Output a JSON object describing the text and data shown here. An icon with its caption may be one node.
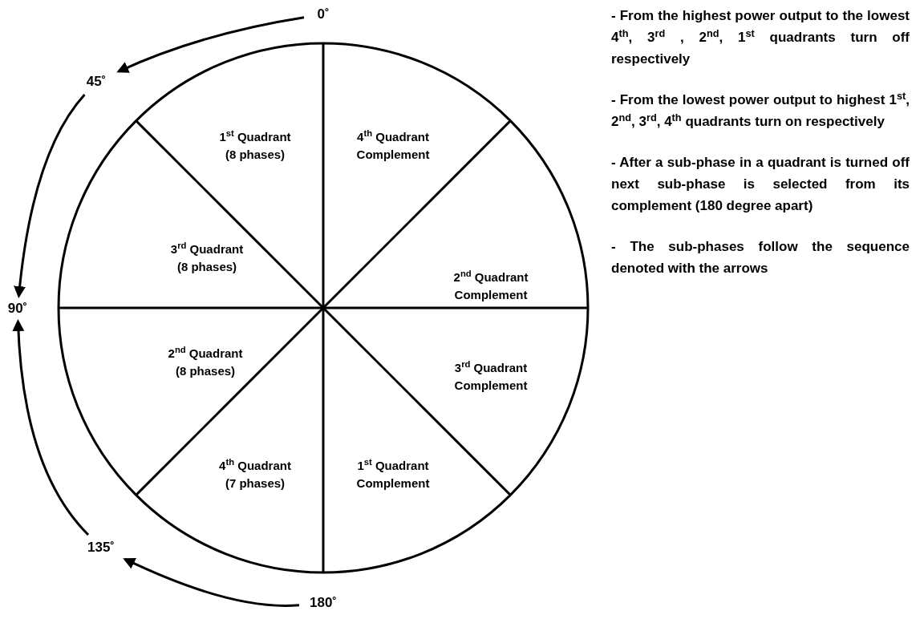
{
  "diagram": {
    "nodes": [
      {
        "text": [
          "1$^{st}$ Quadrant (8 phases)"
        ]
      },
      {
        "text": [
          "4$^{th}$ Quadrant Complement"
        ]
      },
      {
        "text": [
          "3$^{rd}$ Quadrant (8 phases)"
        ]
      },
      {
        "text": [
          "2$^{nd}$ Quadrant Complement"
        ]
      },
      {
        "text": [
          "2$^{nd}$ Quadrant (8 phases)"
        ]
      },
      {
        "text": [
          "3$^{rd}$ Quadrant Complement"
        ]
      },
      {
        "text": [
          "4$^{th}$ Quadrant (7 phases)"
        ]
      },
      {
        "text": [
          "1$^{st}$ Quadrant Complement"
        ]
      },
      {
        "text": [
          "0˚"
        ]
      },
      {
        "text": [
          "45˚"
        ]
      },
      {
        "text": [
          "90˚"
        ]
      },
      {
        "text": [
          "135˚"
        ]
      },
      {
        "text": [
          "180˚"
        ]
      }
    ],
    "edges": [
      {
        "from": 8,
        "to": 9,
        "arrow": "to"
      },
      {
        "from": 9,
        "to": 10,
        "arrow": "to"
      },
      {
        "from": 11,
        "to": 10,
        "arrow": "to"
      },
      {
        "from": 12,
        "to": 11,
        "arrow": "to"
      }
    ],
    "labels": [
      "- From the highest power output to the lowest 4$^{th}$, 3$^{rd}$ , 2$^{nd}$, 1$^{st}$ quadrants turn off respectively",
      "- From the lowest power output to highest 1$^{st}$, 2$^{nd}$, 3$^{rd}$, 4$^{th}$ quadrants turn on respectively",
      "- After a sub-phase in a quadrant is turned off next sub-phase is selected from its complement (180 degree apart)",
      "- The sub-phases follow the sequence denoted with the arrows"
    ]
  }
}
